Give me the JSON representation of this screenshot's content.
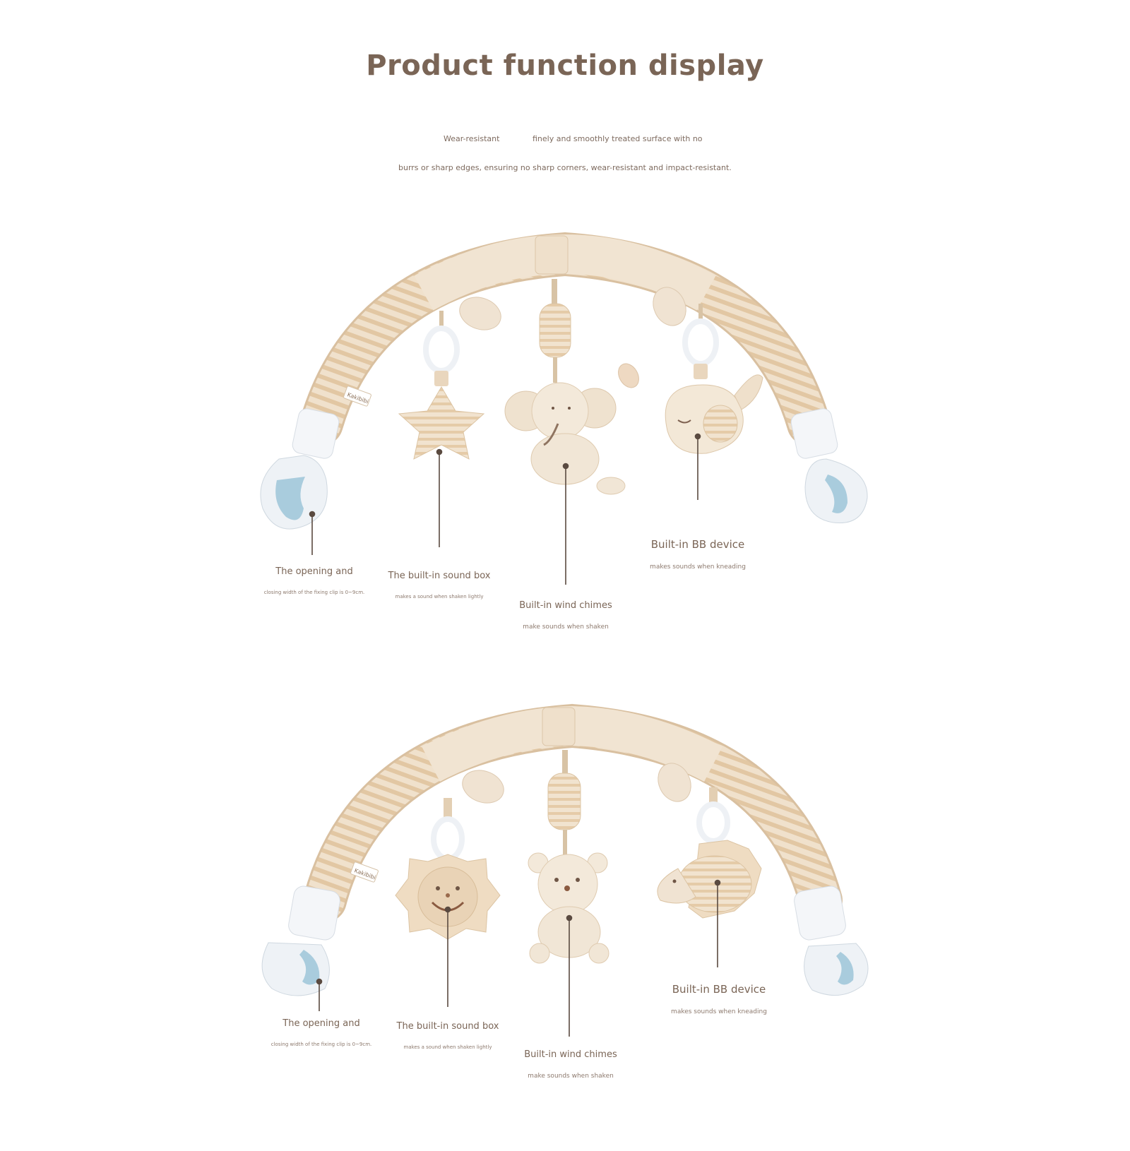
{
  "title": "Product function display",
  "intro": {
    "line1_left": "Wear-resistant",
    "line1_right": "finely and smoothly treated surface with no",
    "line2": "burrs or sharp edges, ensuring no sharp corners, wear-resistant and impact-resistant."
  },
  "brand_tag": "Kakibibi",
  "colors": {
    "title": "#7a6556",
    "text": "#8a7566",
    "arch_beige": "#efdfc8",
    "arch_stripe": "#e3c9a6",
    "clip_white": "#f4f6f9",
    "clip_blue": "#a9ccdd",
    "pointer_line": "#5a4a40"
  },
  "panels": [
    {
      "toys": [
        "star",
        "elephant",
        "bird"
      ],
      "callouts": {
        "clip": {
          "main": "The opening and",
          "sub": "closing width of the fixing clip is 0~9cm."
        },
        "sound_box": {
          "main": "The built-in sound box",
          "sub": "makes a sound when shaken lightly"
        },
        "wind_chimes": {
          "main": "Built-in wind chimes",
          "sub": "make sounds when shaken"
        },
        "bb_device": {
          "main": "Built-in BB device",
          "sub": "makes sounds when kneading"
        }
      }
    },
    {
      "toys": [
        "lion",
        "bear",
        "hedgehog"
      ],
      "callouts": {
        "clip": {
          "main": "The opening and",
          "sub": "closing width of the fixing clip is 0~9cm."
        },
        "sound_box": {
          "main": "The built-in sound box",
          "sub": "makes a sound when shaken lightly"
        },
        "wind_chimes": {
          "main": "Built-in wind chimes",
          "sub": "make sounds when shaken"
        },
        "bb_device": {
          "main": "Built-in BB device",
          "sub": "makes sounds when kneading"
        }
      }
    }
  ]
}
